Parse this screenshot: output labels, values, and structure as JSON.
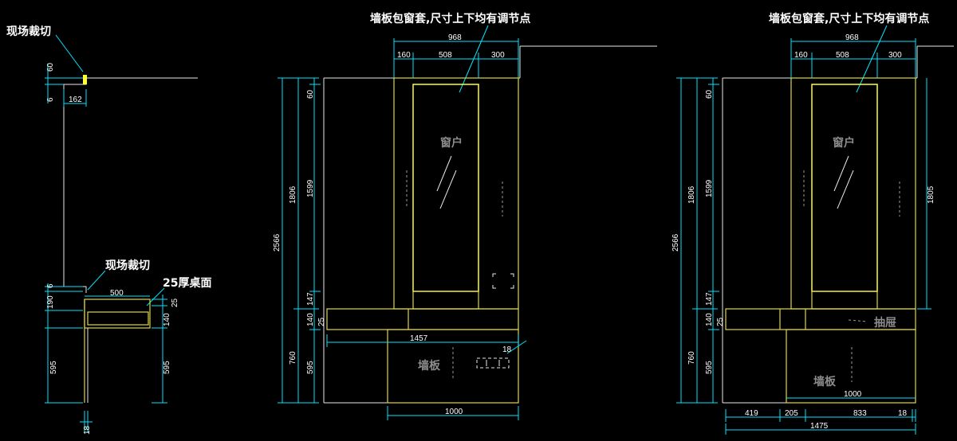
{
  "labels": {
    "field_cut_1": "现场裁切",
    "field_cut_2": "现场裁切",
    "desk_top": "25厚桌面",
    "wall_panel_note_1": "墙板包窗套,尺寸上下均有调节点",
    "wall_panel_note_2": "墙板包窗套,尺寸上下均有调节点",
    "window_1": "窗户",
    "window_2": "窗户",
    "wall_panel_1": "墙板",
    "wall_panel_2": "墙板",
    "drawer": "抽屉"
  },
  "dims": {
    "d60": "60",
    "d6": "6",
    "d162": "162",
    "d190": "190",
    "d6b": "6",
    "d500": "500",
    "d25": "25",
    "d140": "140",
    "d595": "595",
    "d595b": "595",
    "d18": "18",
    "mid_968": "968",
    "mid_160": "160",
    "mid_508": "508",
    "mid_300": "300",
    "mid_2566": "2566",
    "mid_1806": "1806",
    "mid_60": "60",
    "mid_1599": "1599",
    "mid_147": "147",
    "mid_140": "140",
    "mid_25": "25",
    "mid_760": "760",
    "mid_595": "595",
    "mid_1457": "1457",
    "mid_18": "18",
    "mid_1000": "1000",
    "r_968": "968",
    "r_160": "160",
    "r_508": "508",
    "r_300": "300",
    "r_2566": "2566",
    "r_1806": "1806",
    "r_60": "60",
    "r_1599": "1599",
    "r_1805": "1805",
    "r_147": "147",
    "r_140": "140",
    "r_25": "25",
    "r_760": "760",
    "r_595": "595",
    "r_1000": "1000",
    "r_419": "419",
    "r_205": "205",
    "r_833": "833",
    "r_18": "18",
    "r_1475": "1475"
  }
}
